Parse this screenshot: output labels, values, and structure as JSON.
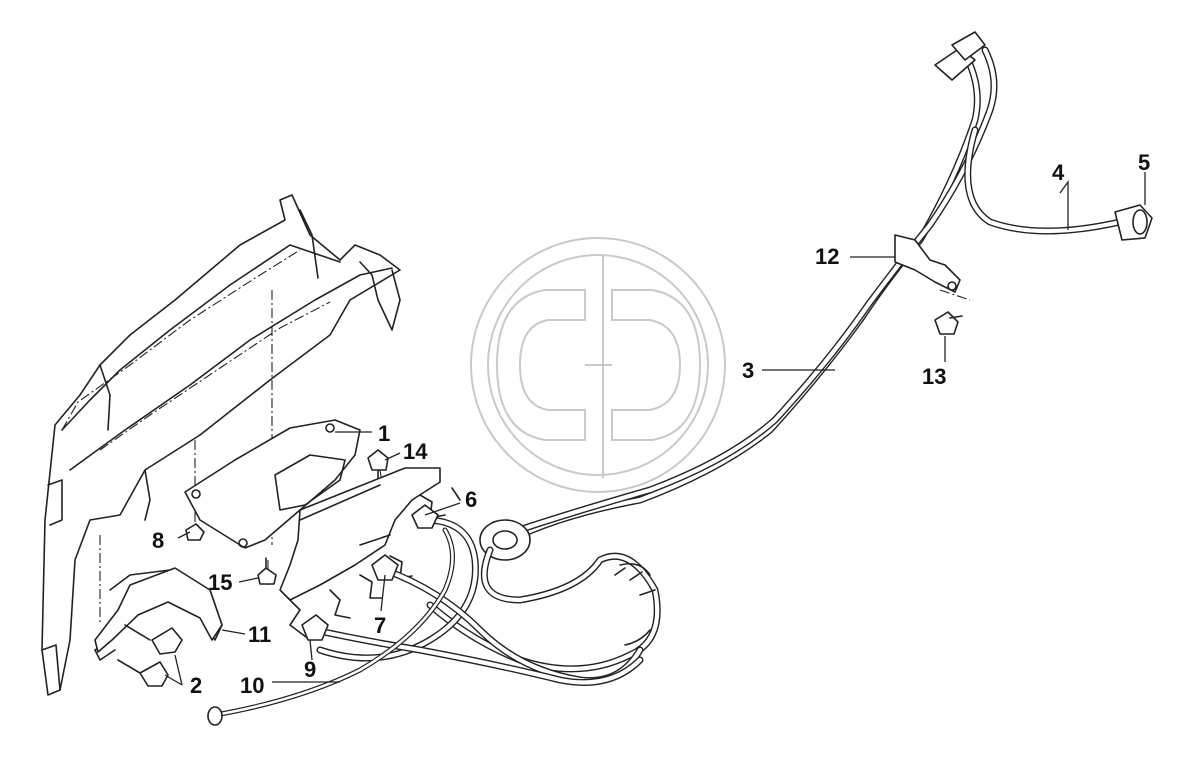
{
  "callouts": [
    {
      "key": "c1",
      "label": "1"
    },
    {
      "key": "c2",
      "label": "2"
    },
    {
      "key": "c3",
      "label": "3"
    },
    {
      "key": "c4",
      "label": "4"
    },
    {
      "key": "c5",
      "label": "5"
    },
    {
      "key": "c6",
      "label": "6"
    },
    {
      "key": "c7",
      "label": "7"
    },
    {
      "key": "c8",
      "label": "8"
    },
    {
      "key": "c9",
      "label": "9"
    },
    {
      "key": "c10",
      "label": "10"
    },
    {
      "key": "c11",
      "label": "11"
    },
    {
      "key": "c12",
      "label": "12"
    },
    {
      "key": "c13",
      "label": "13"
    },
    {
      "key": "c14",
      "label": "14"
    },
    {
      "key": "c15",
      "label": "15"
    }
  ],
  "watermark": {
    "icon": "brand-logo-icon",
    "color": "#c9c9c9"
  }
}
